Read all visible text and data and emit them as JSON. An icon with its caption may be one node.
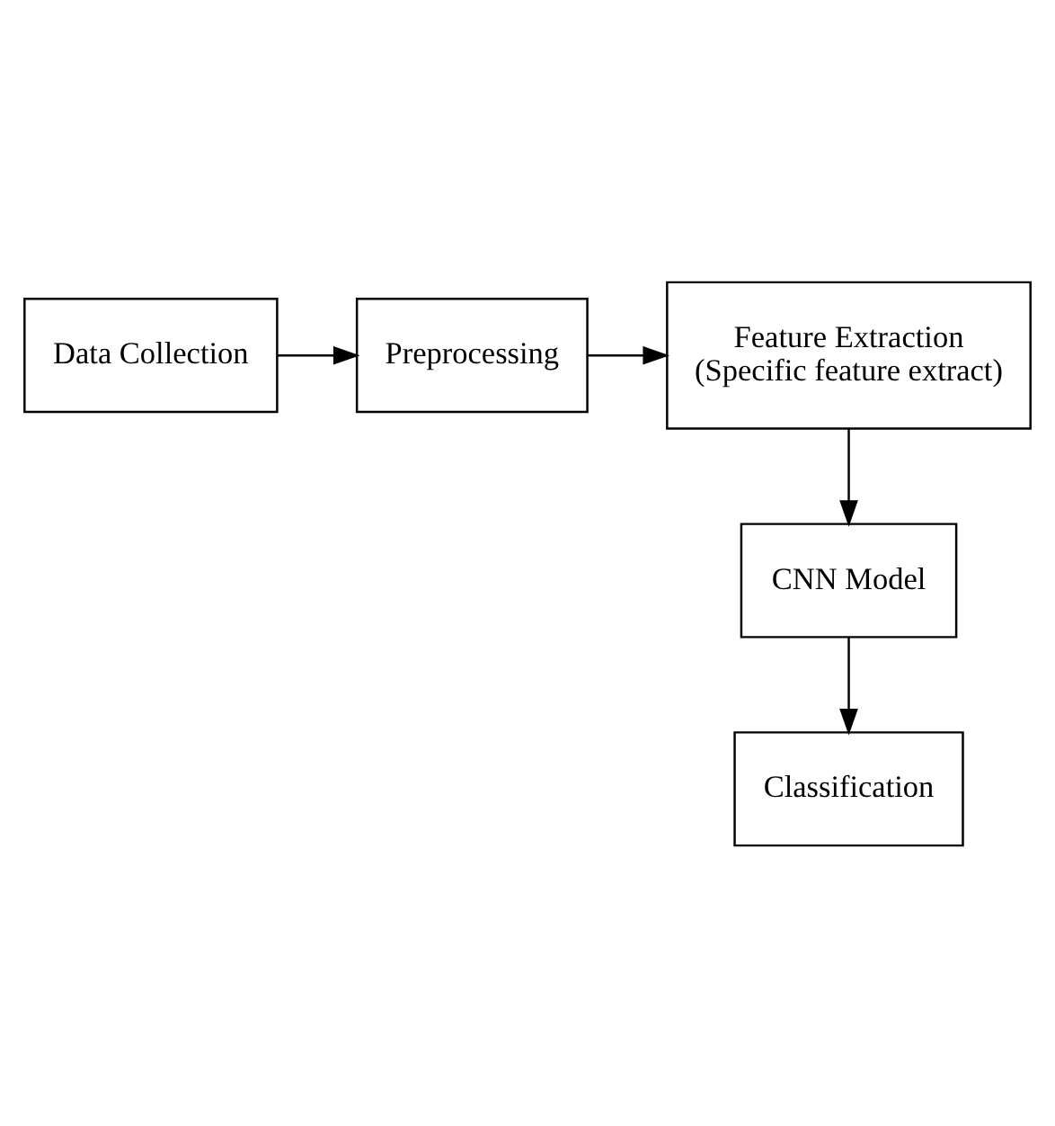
{
  "diagram": {
    "nodes": [
      {
        "text": [
          "Data Collection"
        ]
      },
      {
        "text": [
          "Preprocessing"
        ]
      },
      {
        "text": [
          "Feature Extraction",
          "(Specific feature extract)"
        ]
      },
      {
        "text": [
          "CNN Model"
        ]
      },
      {
        "text": [
          "Classification"
        ]
      }
    ],
    "edges": [
      {
        "from": 0,
        "to": 1,
        "arrow": "to"
      },
      {
        "from": 1,
        "to": 2,
        "arrow": "to"
      },
      {
        "from": 2,
        "to": 3,
        "arrow": "to"
      },
      {
        "from": 3,
        "to": 4,
        "arrow": "to"
      }
    ]
  }
}
